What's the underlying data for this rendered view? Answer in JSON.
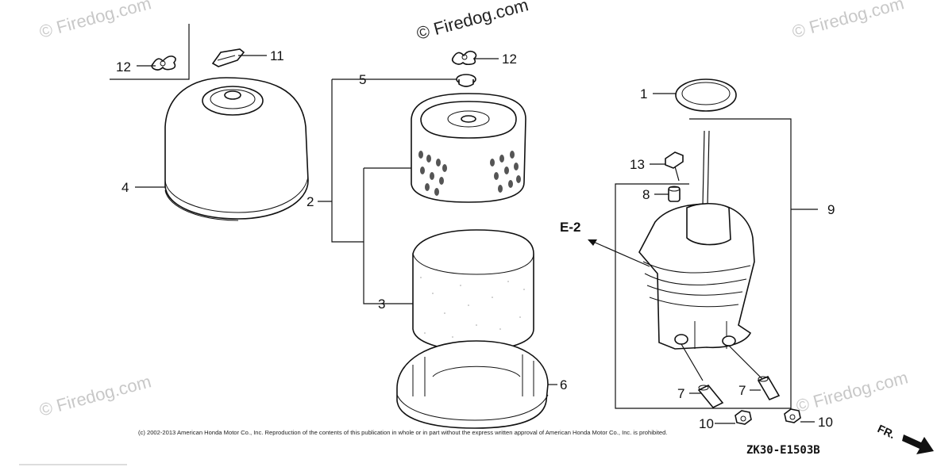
{
  "diagram": {
    "callouts": {
      "p1": "1",
      "p2": "2",
      "p3": "3",
      "p4": "4",
      "p5": "5",
      "p6": "6",
      "p7a": "7",
      "p7b": "7",
      "p8": "8",
      "p9": "9",
      "p10a": "10",
      "p10b": "10",
      "p11": "11",
      "p12a": "12",
      "p12b": "12",
      "p13": "13"
    },
    "reference_label": "E-2",
    "front_label": "FR.",
    "diagram_code": "ZK30-E1503B",
    "copyright": "(c) 2002-2013 American Honda Motor Co., Inc. Reproduction of the contents of this publication in whole or in part without the express written approval of American Honda Motor Co., Inc. is prohibited.",
    "watermark": "© Firedog.com"
  }
}
